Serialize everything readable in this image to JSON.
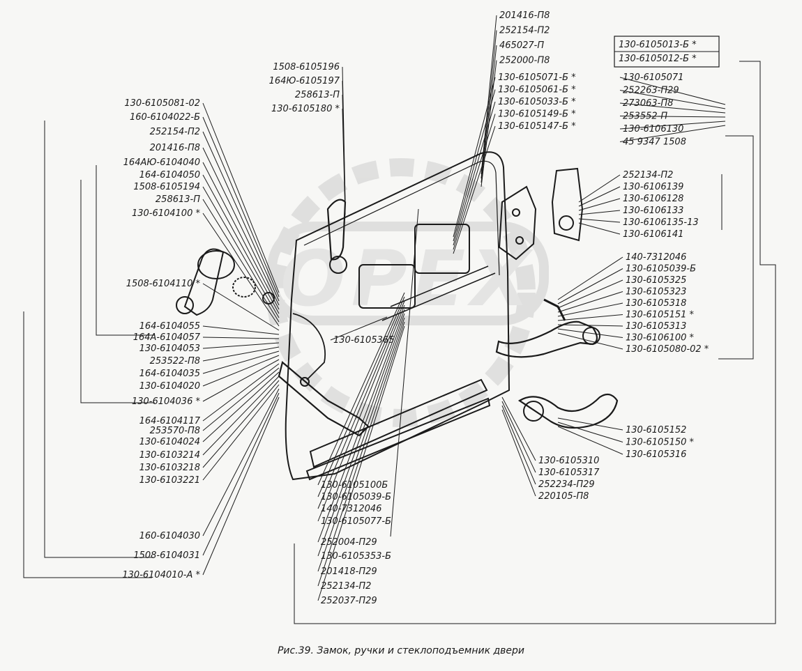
{
  "caption": "Рис.39. Замок, ручки и стеклоподъемник двери",
  "colors": {
    "ink": "#1a1a1a",
    "watermark": "#c9c9c9"
  },
  "watermark": "OPEX",
  "labels": {
    "top": [
      "201416-П8",
      "252154-П2",
      "465027-П",
      "252000-П8"
    ],
    "boxed": [
      "130-6105013-Б *",
      "130-6105012-Б *"
    ],
    "center_right": [
      "130-6105071-Б *",
      "130-6105061-Б *",
      "130-6105033-Б *",
      "130-6105149-Б *",
      "130-6105147-Б *"
    ],
    "lock_right": [
      "130-6105071",
      "252263-П29",
      "273063-П8",
      "253552-П",
      "130-6106130",
      "45 9347 1508"
    ],
    "lock_side": [
      "252134-П2",
      "130-6106139",
      "130-6106128",
      "130-6106133",
      "130-6106135-13",
      "130-6106141"
    ],
    "handle_right": [
      "140-7312046",
      "130-6105039-Б",
      "130-6105325",
      "130-6105323",
      "130-6105318",
      "130-6105151 *",
      "130-6105313",
      "130-6106100 *",
      "130-6105080-02 *"
    ],
    "handle_lower": [
      "130-6105152",
      "130-6105150 *",
      "130-6105316"
    ],
    "handle_lower_left": [
      "130-6105310",
      "130-6105317",
      "252234-П29",
      "220105-П8"
    ],
    "mid_left": [
      "1508-6105196",
      "164Ю-6105197",
      "258613-П",
      "130-6105180 *"
    ],
    "mid": [
      "130-6105365"
    ],
    "left": [
      "130-6105081-02",
      "160-6104022-Б",
      "252154-П2",
      "201416-П8",
      "164АЮ-6104040",
      "164-6104050",
      "1508-6105194",
      "258613-П",
      "130-6104100 *",
      "1508-6104110 *",
      "164-6104055",
      "164А-6104057",
      "130-6104053",
      "253522-П8",
      "164-6104035",
      "130-6104020",
      "130-6104036 *",
      "164-6104117",
      "253570-П8",
      "130-6104024",
      "130-6103214",
      "130-6103218",
      "130-6103221",
      "160-6104030",
      "1508-6104031",
      "130-6104010-А *"
    ],
    "bottom_center": [
      "130-6105100Б",
      "130-6105039-Б",
      "140-7312046",
      "130-6105077-Б",
      "252004-П29",
      "130-6105353-Б",
      "201418-П29",
      "252134-П2",
      "252037-П29"
    ]
  }
}
